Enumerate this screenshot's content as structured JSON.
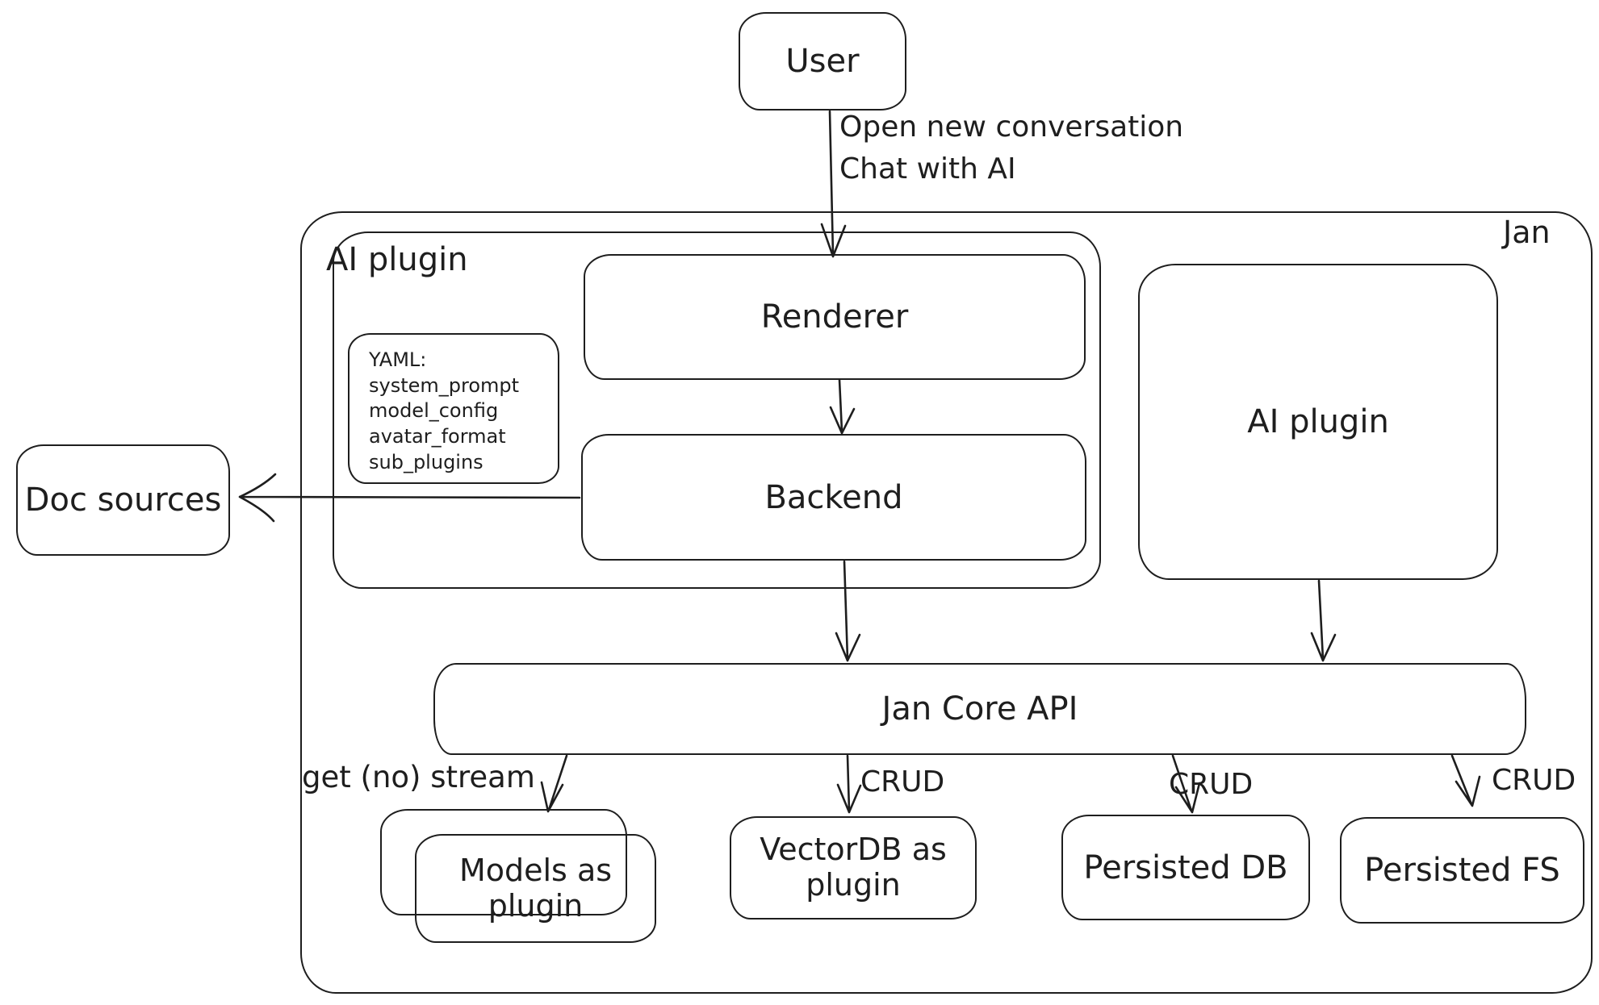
{
  "canvas": {
    "stroke_color": "#1e1e1e",
    "background_color": "#ffffff"
  },
  "nodes": {
    "user": {
      "label": "User"
    },
    "jan_container": {
      "label": "Jan"
    },
    "ai_plugin_group": {
      "label": "AI plugin"
    },
    "renderer": {
      "label": "Renderer"
    },
    "yaml_note": {
      "lines": [
        "YAML:",
        "system_prompt",
        "model_config",
        "avatar_format",
        "sub_plugins"
      ]
    },
    "backend": {
      "label": "Backend"
    },
    "ai_plugin": {
      "label": "AI plugin"
    },
    "doc_sources": {
      "label": "Doc sources"
    },
    "jan_core_api": {
      "label": "Jan Core API"
    },
    "models_plugin": {
      "label": "Models as plugin"
    },
    "vectordb_plugin": {
      "label": "VectorDB as plugin"
    },
    "persisted_db": {
      "label": "Persisted DB"
    },
    "persisted_fs": {
      "label": "Persisted FS"
    }
  },
  "edges": {
    "user_to_renderer": {
      "label_line1": "Open new conversation",
      "label_line2": "Chat with AI"
    },
    "core_to_models": {
      "label": "get (no) stream"
    },
    "core_to_vectordb": {
      "label": "CRUD"
    },
    "core_to_persisted_db": {
      "label": "CRUD"
    },
    "core_to_persisted_fs": {
      "label": "CRUD"
    }
  }
}
